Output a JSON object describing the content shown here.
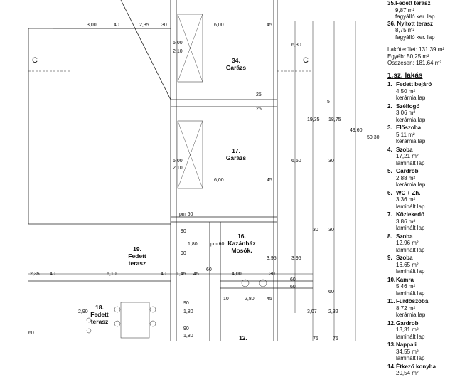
{
  "plan": {
    "section_marks": [
      "C",
      "C"
    ],
    "rooms": [
      {
        "id": "34",
        "name": "34.\nGarázs"
      },
      {
        "id": "17",
        "name": "17.\nGarázs"
      },
      {
        "id": "16",
        "name": "16.\nKazánház\nMosók."
      },
      {
        "id": "19",
        "name": "19.\nFedett\nterasz"
      },
      {
        "id": "18",
        "name": "18.\nFedett\nterasz"
      },
      {
        "id": "12",
        "name": "12."
      }
    ],
    "dimensions": [
      "3,00",
      "40",
      "2,35",
      "30",
      "6,00",
      "45",
      "5,00",
      "2,10",
      "6,30",
      "25",
      "25",
      "5",
      "19,35",
      "18,75",
      "49,60",
      "50,30",
      "6,50",
      "30",
      "5,00",
      "2,10",
      "6,00",
      "45",
      "pm 60",
      "90",
      "1,80",
      "90",
      "pm 60",
      "3,95",
      "30",
      "3,95",
      "30",
      "2,35",
      "40",
      "6,10",
      "40",
      "1,45",
      "45",
      "4,00",
      "30",
      "60",
      "60",
      "60",
      "2,90",
      "90",
      "1,80",
      "10",
      "2,80",
      "45",
      "3,07",
      "2,32",
      "60",
      "75",
      "75",
      "90",
      "1,80",
      "60"
    ]
  },
  "legend": {
    "top_items": [
      {
        "title": "35.Fedett terasz",
        "area": "9,87 m²",
        "finish": "fagyálló ker. lap"
      },
      {
        "title": "36. Nyitott terasz",
        "area": "8,75 m²",
        "finish": "fagyálló ker. lap"
      }
    ],
    "summary": [
      "Lakóterület: 131,39 m²",
      "Egyéb: 50,25 m²",
      "Összesen: 181,64 m²"
    ],
    "unit_heading": "1.sz. lakás",
    "rooms": [
      {
        "num": "1.",
        "name": "Fedett bejáró",
        "area": "4,50  m²",
        "finish": "kerámia lap"
      },
      {
        "num": "2.",
        "name": "Szélfogó",
        "area": "3,06  m²",
        "finish": "kerámia lap"
      },
      {
        "num": "3.",
        "name": "Előszoba",
        "area": "5,11 m²",
        "finish": "kerámia lap"
      },
      {
        "num": "4.",
        "name": "Szoba",
        "area": "17,21 m²",
        "finish": "laminált lap"
      },
      {
        "num": "5.",
        "name": "Gardrob",
        "area": "2,88 m²",
        "finish": "kerámia lap"
      },
      {
        "num": "6.",
        "name": "WC + Zh.",
        "area": "3,36 m²",
        "finish": "laminált lap"
      },
      {
        "num": "7.",
        "name": "Közlekedő",
        "area": "3,86 m²",
        "finish": "laminált lap"
      },
      {
        "num": "8.",
        "name": "Szoba",
        "area": "12,96 m²",
        "finish": "laminált lap"
      },
      {
        "num": "9.",
        "name": "Szoba",
        "area": "16,65 m²",
        "finish": "laminált lap"
      },
      {
        "num": "10.",
        "name": "Kamra",
        "area": "5,46 m²",
        "finish": "laminált lap"
      },
      {
        "num": "11.",
        "name": "Fürdőszoba",
        "area": "8,72 m²",
        "finish": "kerámia lap"
      },
      {
        "num": "12.",
        "name": "Gardrob",
        "area": "13,31 m²",
        "finish": "laminált lap"
      },
      {
        "num": "13.",
        "name": "Nappali",
        "area": "34,55 m²",
        "finish": "laminált lap"
      },
      {
        "num": "14.",
        "name": "Étkező konyha",
        "area": "20,54 m²",
        "finish": ""
      }
    ]
  }
}
